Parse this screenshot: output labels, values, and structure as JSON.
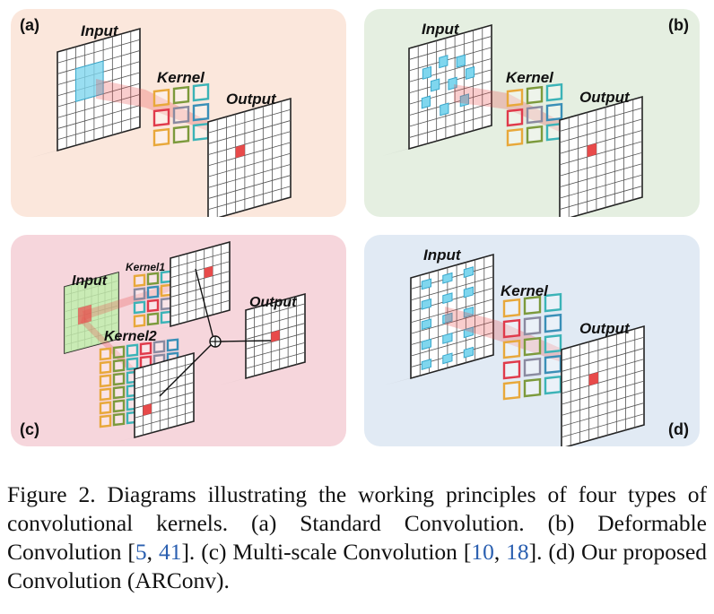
{
  "panels": {
    "a": {
      "tag": "(a)",
      "bg": "#fbe7dc",
      "input": "Input",
      "kernel": "Kernel",
      "output": "Output"
    },
    "b": {
      "tag": "(b)",
      "bg": "#e5efe1",
      "input": "Input",
      "kernel": "Kernel",
      "output": "Output"
    },
    "c": {
      "tag": "(c)",
      "bg": "#f6d6dc",
      "input": "Input",
      "kernel1": "Kernel1",
      "kernel2": "Kernel2",
      "output": "Output"
    },
    "d": {
      "tag": "(d)",
      "bg": "#e1eaf4",
      "input": "Input",
      "kernel": "Kernel",
      "output": "Output"
    }
  },
  "colors": {
    "kernel_palette": [
      "#e8a83a",
      "#7c9a3c",
      "#3bb3b7",
      "#e03a4b",
      "#8a8aa0",
      "#3a8fb7"
    ],
    "highlight": "#e84a4a",
    "input_patch": "#7fd6ee"
  },
  "caption": {
    "prefix": "Figure 2.  Diagrams illustrating the working principles of four types of convolutional kernels.  (a) Standard Convolution.  (b) Deformable Convolution [",
    "ref5": "5",
    "sep1": ", ",
    "ref41": "41",
    "mid": "].  (c) Multi-scale Convolution [",
    "ref10": "10",
    "sep2": ", ",
    "ref18": "18",
    "suffix": "]. (d) Our proposed Convolution (ARConv)."
  }
}
